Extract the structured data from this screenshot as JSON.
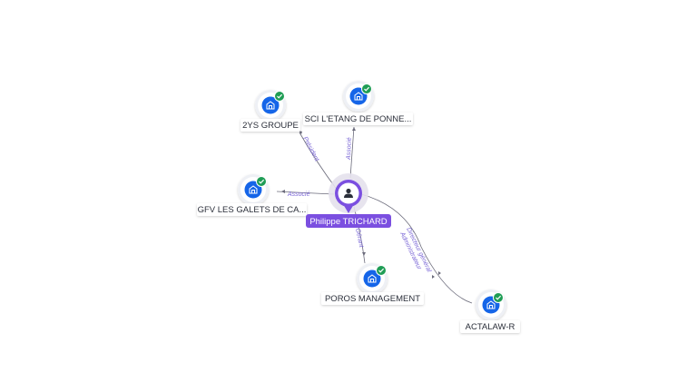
{
  "diagram": {
    "center": {
      "name": "Philippe TRICHARD",
      "icon": "person-icon"
    },
    "companies": [
      {
        "id": "2ys",
        "name": "2YS GROUPE",
        "icon": "building-icon",
        "status_icon": "check-icon",
        "relation": "Président"
      },
      {
        "id": "sci",
        "name": "SCI L'ETANG DE PONNE...",
        "icon": "building-icon",
        "status_icon": "check-icon",
        "relation": "Associé"
      },
      {
        "id": "gfv",
        "name": "GFV LES GALETS DE CA...",
        "icon": "building-icon",
        "status_icon": "check-icon",
        "relation": "Associé"
      },
      {
        "id": "poros",
        "name": "POROS MANAGEMENT",
        "icon": "building-icon",
        "status_icon": "check-icon",
        "relation": "Gérant"
      },
      {
        "id": "actalaw",
        "name": "ACTALAW-R",
        "icon": "building-icon",
        "status_icon": "check-icon",
        "relation_lines": [
          "Directeur général",
          "Administrateur"
        ]
      }
    ],
    "colors": {
      "person": "#7b4fe0",
      "company": "#1565e8",
      "verified": "#1f9d55",
      "edge": "#6b6b7b",
      "edge_label": "#7a66d6"
    }
  }
}
